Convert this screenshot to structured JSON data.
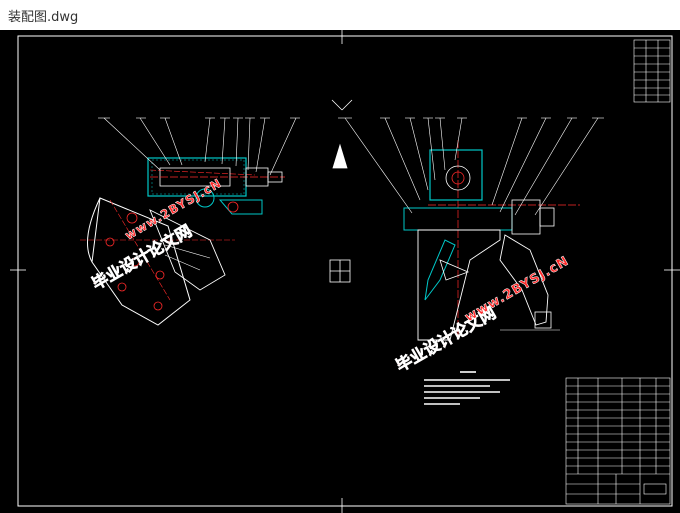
{
  "window": {
    "title": "装配图.dwg"
  },
  "watermarks": [
    {
      "cn": "毕业设计论文网",
      "url": "www.2BYSJ.cN"
    },
    {
      "cn": "毕业设计论文网",
      "url": "www.2BYSJ.cN"
    }
  ],
  "colors": {
    "background": "#000000",
    "lines": "#ffffff",
    "section": "#00c8c8",
    "centerlines": "#ff2a2a",
    "watermark": "#ff2a2a"
  }
}
